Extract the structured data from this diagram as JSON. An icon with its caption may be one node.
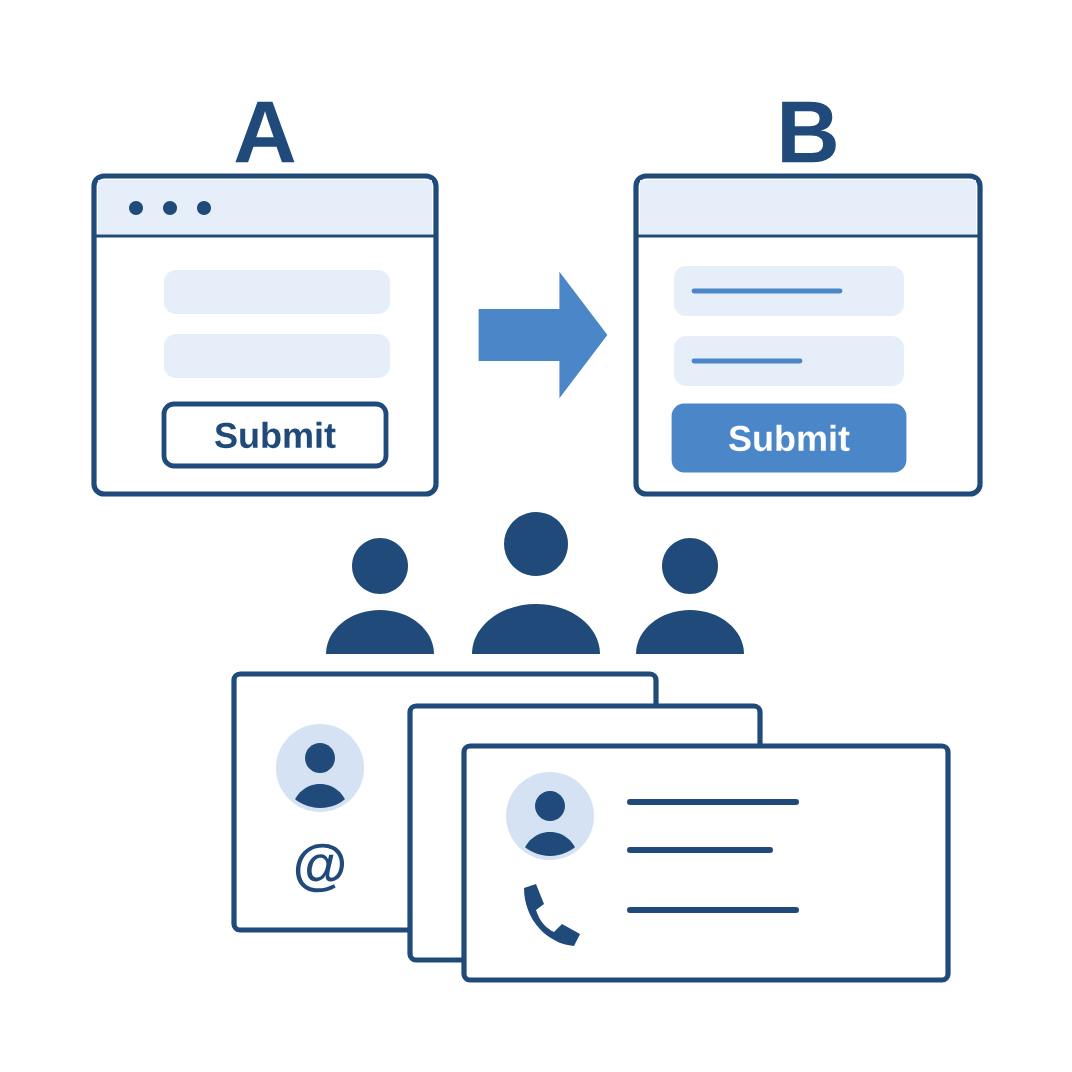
{
  "diagram": {
    "nodes": [
      {
        "text": [
          "A"
        ]
      },
      {
        "text": [
          "Submit"
        ],
        "in": 0
      },
      {
        "text": [
          "B"
        ]
      },
      {
        "text": [
          "Submit"
        ],
        "in": 2
      }
    ],
    "edges": [
      {
        "from": 0,
        "to": 2,
        "arrow": "to"
      }
    ],
    "labels": [
      "@"
    ]
  }
}
